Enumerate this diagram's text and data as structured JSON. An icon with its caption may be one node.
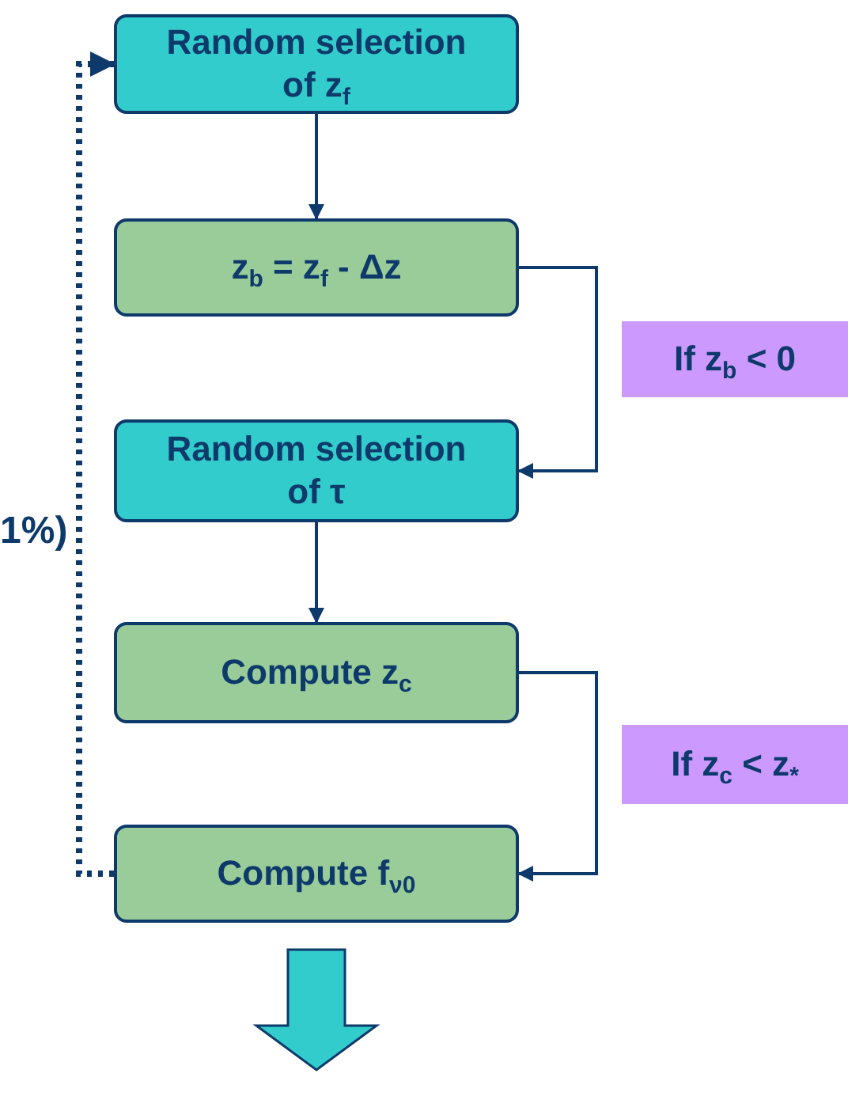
{
  "diagram": {
    "nodes": [
      {
        "text": [
          "Random selection of  z$_{f}$"
        ]
      },
      {
        "text": [
          "z$_{b}$ = z$_{f}$ - Δz"
        ]
      },
      {
        "text": [
          "If z$_{b}$ < 0"
        ]
      },
      {
        "text": [
          "Random selection of τ"
        ]
      },
      {
        "text": [
          "Compute z$_{c}$"
        ]
      },
      {
        "text": [
          "If z$_{c}$ < z$_{*}$"
        ]
      },
      {
        "text": [
          "Compute f$_{ν0}$"
        ]
      }
    ],
    "edges": [
      {
        "from": 0,
        "to": 1,
        "arrow": "to"
      },
      {
        "from": 1,
        "to": 3,
        "arrow": "to"
      },
      {
        "from": 3,
        "to": 4,
        "arrow": "to"
      },
      {
        "from": 4,
        "to": 6,
        "arrow": "to"
      },
      {
        "from": 6,
        "to": 0,
        "arrow": "to",
        "style": "dashed"
      },
      {
        "from": 6,
        "to": null,
        "arrow": "to",
        "style": "thick",
        "color": "#33cccc"
      }
    ],
    "labels": [
      "1%)"
    ]
  }
}
